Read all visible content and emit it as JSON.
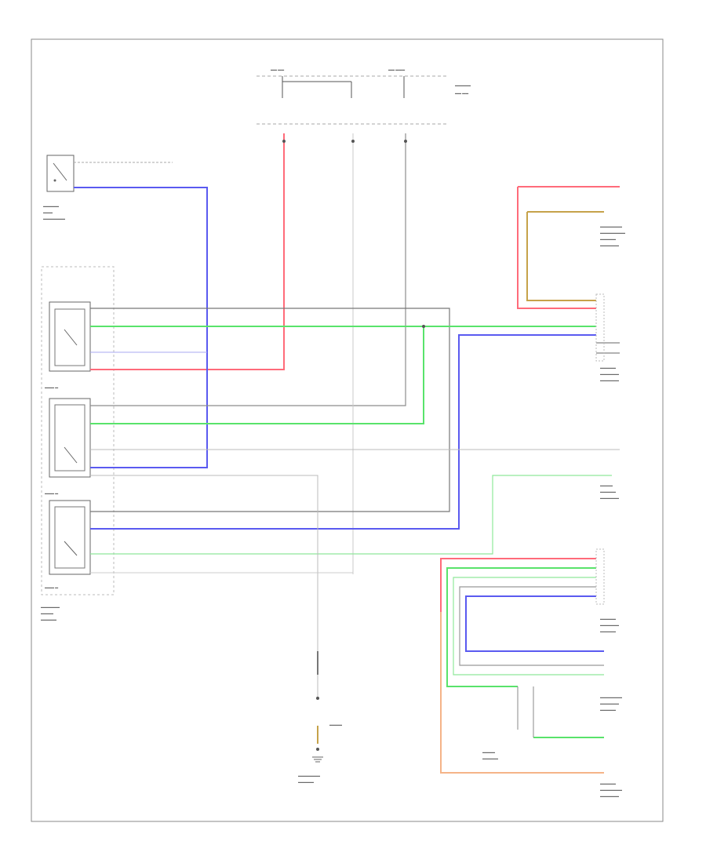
{
  "diagram": {
    "footer_code": "",
    "components": [
      {
        "id": "top-fuse-block",
        "label": ""
      },
      {
        "id": "cooling-fan-switch",
        "label": ""
      },
      {
        "id": "fan-relay-1",
        "label": ""
      },
      {
        "id": "fan-relay-2",
        "label": ""
      },
      {
        "id": "fan-relay-3",
        "label": ""
      },
      {
        "id": "engine-control-module",
        "label": ""
      },
      {
        "id": "fan-motor-1",
        "label": ""
      },
      {
        "id": "fan-motor-2",
        "label": ""
      },
      {
        "id": "ground-point",
        "label": ""
      },
      {
        "id": "ambient-temp-sensor",
        "label": ""
      }
    ],
    "wire_colors": {
      "red": "#ff6b7a",
      "blue": "#5a5af0",
      "green": "#59e36b",
      "gray": "#8c8c8c",
      "orange": "#f5b488",
      "tan": "#c6a24a",
      "border": "#777777"
    }
  }
}
